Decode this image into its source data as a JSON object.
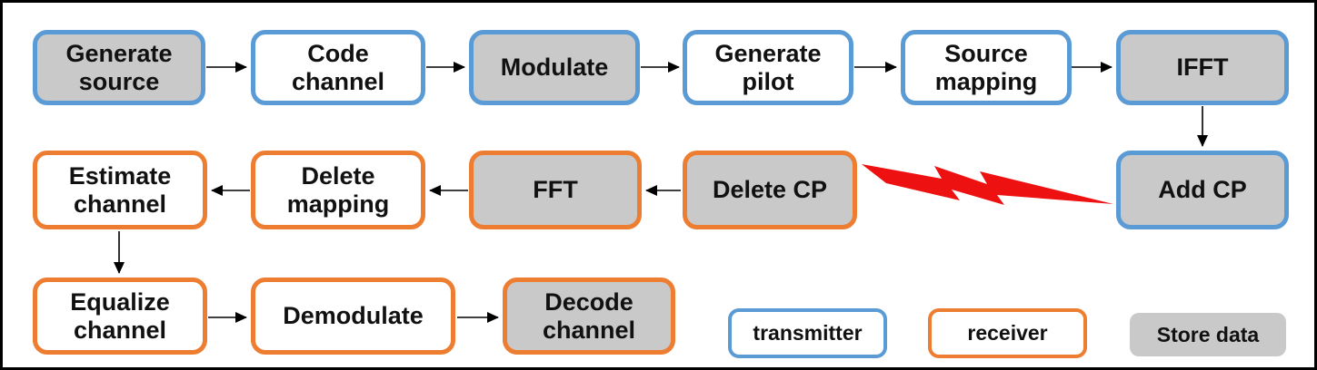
{
  "colors": {
    "transmitter_border": "#5B9BD5",
    "receiver_border": "#ED7D31",
    "store_fill": "#C9C9C9",
    "lightning": "#EE1111",
    "arrow": "#000000",
    "text": "#111111"
  },
  "blocks": [
    {
      "label": "Generate source",
      "role": "transmitter",
      "stored": true
    },
    {
      "label": "Code channel",
      "role": "transmitter",
      "stored": false
    },
    {
      "label": "Modulate",
      "role": "transmitter",
      "stored": true
    },
    {
      "label": "Generate pilot",
      "role": "transmitter",
      "stored": false
    },
    {
      "label": "Source mapping",
      "role": "transmitter",
      "stored": false
    },
    {
      "label": "IFFT",
      "role": "transmitter",
      "stored": true
    },
    {
      "label": "Add CP",
      "role": "transmitter",
      "stored": true
    },
    {
      "label": "Delete CP",
      "role": "receiver",
      "stored": true
    },
    {
      "label": "FFT",
      "role": "receiver",
      "stored": true
    },
    {
      "label": "Delete mapping",
      "role": "receiver",
      "stored": false
    },
    {
      "label": "Estimate channel",
      "role": "receiver",
      "stored": false
    },
    {
      "label": "Equalize channel",
      "role": "receiver",
      "stored": false
    },
    {
      "label": "Demodulate",
      "role": "receiver",
      "stored": false
    },
    {
      "label": "Decode channel",
      "role": "receiver",
      "stored": true
    }
  ],
  "legend": {
    "items": [
      {
        "label": "transmitter",
        "style": "blue-border"
      },
      {
        "label": "receiver",
        "style": "orange-border"
      },
      {
        "label": "Store data",
        "style": "gray-fill"
      }
    ]
  }
}
